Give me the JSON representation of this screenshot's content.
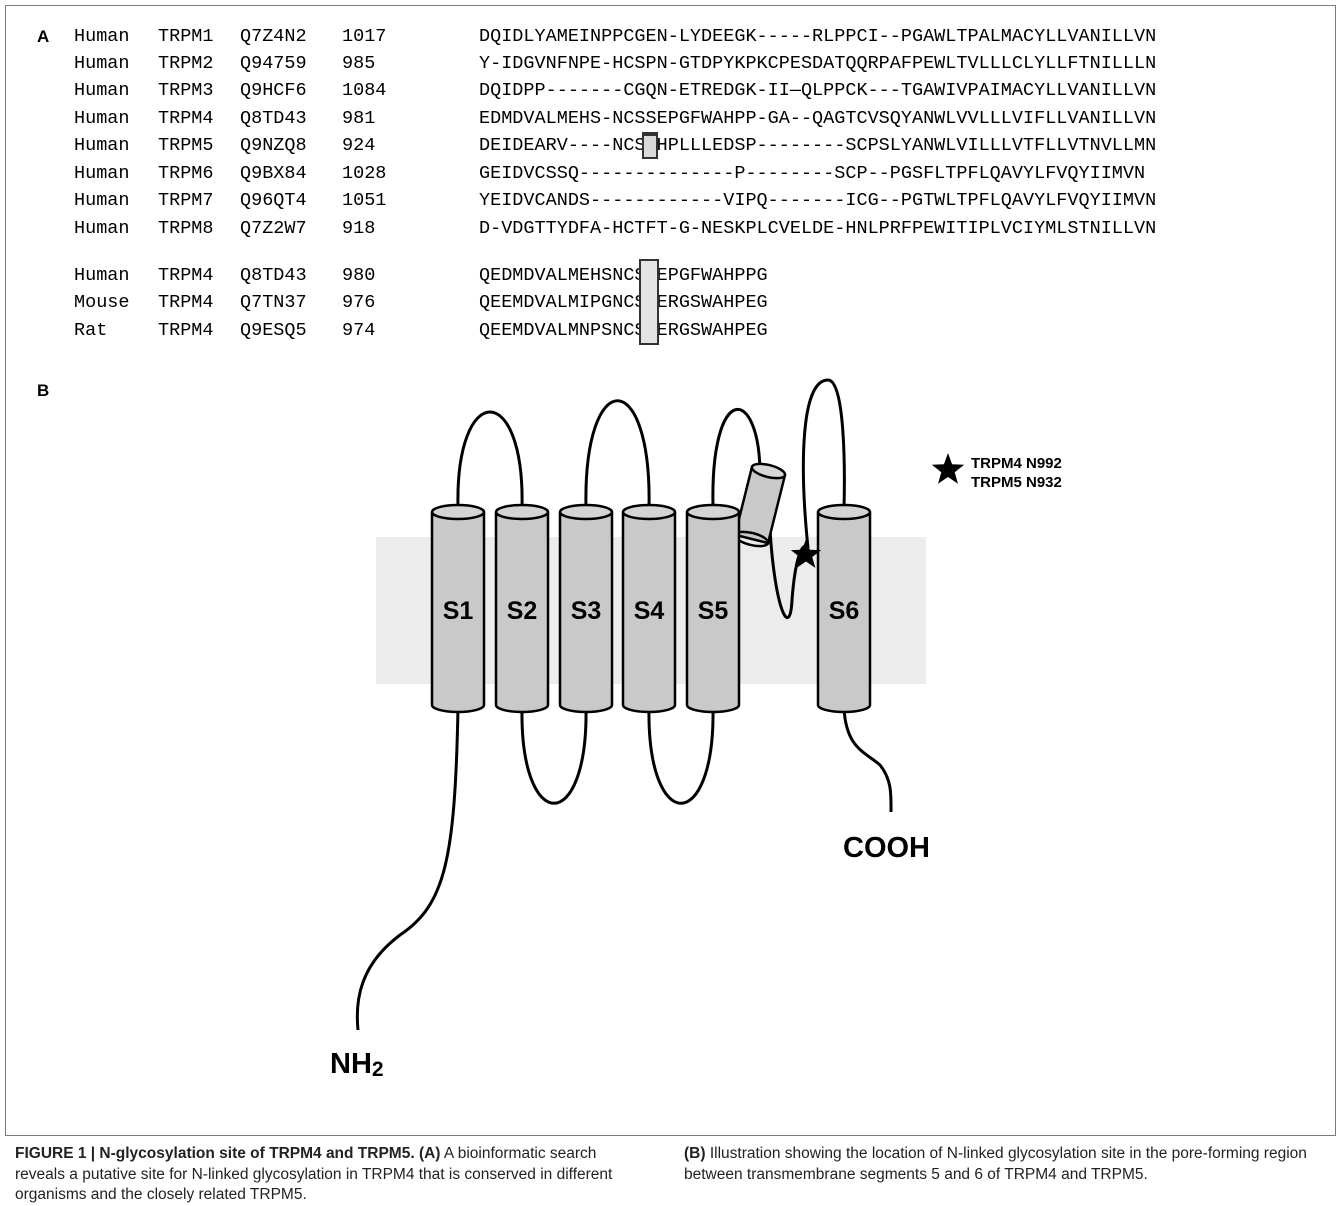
{
  "panel_a_label": "A",
  "panel_b_label": "B",
  "alignment_main": [
    {
      "species": "Human",
      "protein": "TRPM1",
      "acc": "Q7Z4N2",
      "num": "1017",
      "seq": "DQIDLYAMEINPPCGEN-LYDEEGK-----RLPPCI--PGAWLTPALMACYLLVANILLVN"
    },
    {
      "species": "Human",
      "protein": "TRPM2",
      "acc": "Q94759",
      "num": "985",
      "seq": "Y-IDGVNFNPE-HCSPN-GTDPYKPKCPESDATQQRPAFPEWLTVLLLCLYLLFTNILLLN"
    },
    {
      "species": "Human",
      "protein": "TRPM3",
      "acc": "Q9HCF6",
      "num": "1084",
      "seq": "DQIDPP-------CGQN-ETREDGK-II—QLPPCK---TGAWIVPAIMACYLLVANILLVN"
    },
    {
      "species": "Human",
      "protein": "TRPM4",
      "acc": "Q8TD43",
      "num": "981",
      "seq": "EDMDVALMEHS-NCSSEPGFWAHPP-GA--QAGTCVSQYANWLVVLLLVIFLLVANILLVN"
    },
    {
      "species": "Human",
      "protein": "TRPM5",
      "acc": "Q9NZQ8",
      "num": "924",
      "seq": "DEIDEARV----NCSTHPLLLEDSP--------SCPSLYANWLVILLLVTFLLVTNVLLMN"
    },
    {
      "species": "Human",
      "protein": "TRPM6",
      "acc": "Q9BX84",
      "num": "1028",
      "seq": "GEIDVCSSQ--------------P--------SCP--PGSFLTPFLQAVYLFVQYIIMVN"
    },
    {
      "species": "Human",
      "protein": "TRPM7",
      "acc": "Q96QT4",
      "num": "1051",
      "seq": "YEIDVCANDS------------VIPQ-------ICG--PGTWLTPFLQAVYLFVQYIIMVN"
    },
    {
      "species": "Human",
      "protein": "TRPM8",
      "acc": "Q7Z2W7",
      "num": "918",
      "seq": "D-VDGTTYDFA-HCTFT-G-NESKPLCVELDE-HNLPRFPEWITIPLVCIYMLSTNILLVN"
    }
  ],
  "alignment_ortho": [
    {
      "species": "Human",
      "protein": "TRPM4",
      "acc": "Q8TD43",
      "num": "980",
      "seq": "QEDMDVALMEHSNCSSEPGFWAHPPG"
    },
    {
      "species": "Mouse",
      "protein": "TRPM4",
      "acc": "Q7TN37",
      "num": "976",
      "seq": "QEEMDVALMIPGNCSMERGSWAHPEG"
    },
    {
      "species": "Rat",
      "protein": "TRPM4",
      "acc": "Q9ESQ5",
      "num": "974",
      "seq": "QEEMDVALMNPSNCSAERGSWAHPEG"
    }
  ],
  "segments": [
    "S1",
    "S2",
    "S3",
    "S4",
    "S5",
    "S6"
  ],
  "n_terminus": "NH",
  "n_terminus_sub": "2",
  "c_terminus": "COOH",
  "legend": {
    "line1": "TRPM4 N992",
    "line2": "TRPM5 N932",
    "icon": "star-icon"
  },
  "caption": {
    "left_title": "FIGURE 1 | N-glycosylation site of TRPM4 and TRPM5.",
    "left_a": "(A)",
    "left_text": " A bioinformatic search reveals a putative site for N-linked glycosylation in TRPM4 that is conserved in different organisms and the closely related TRPM5.",
    "right_b": "(B)",
    "right_text": " Illustration showing the location of N-linked glycosylation site in the pore-forming region between transmembrane segments 5 and 6 of TRPM4 and TRPM5."
  },
  "colors": {
    "membrane": "#ececec",
    "helix_fill": "#c9c9c9",
    "box_fill": "#d9d9d9",
    "frame": "#7a7a7a"
  }
}
